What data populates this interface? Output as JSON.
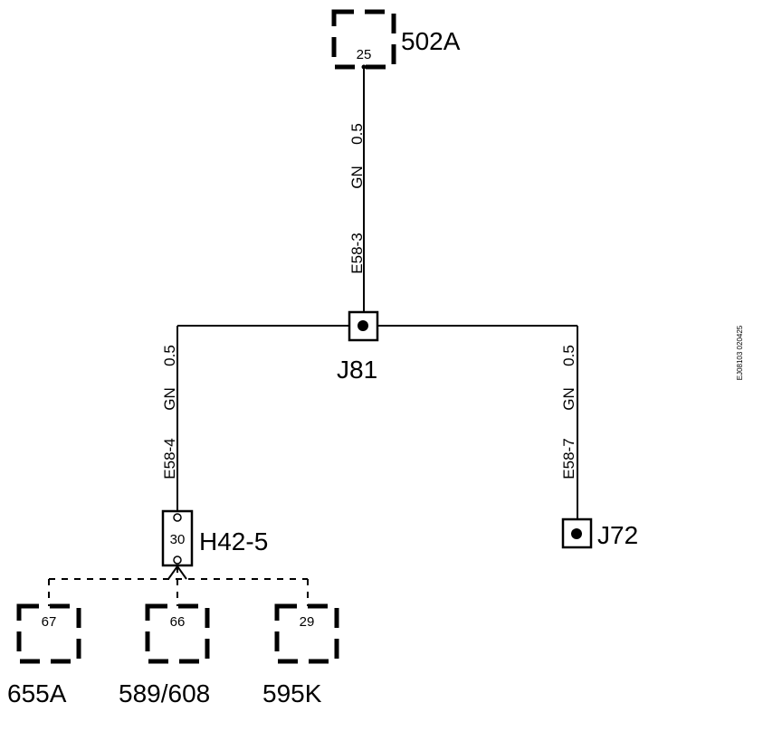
{
  "components": {
    "c502a": {
      "name": "502A",
      "pin": "25"
    },
    "j81": {
      "name": "J81"
    },
    "h42": {
      "name": "H42-5",
      "pin": "30"
    },
    "j72": {
      "name": "J72"
    },
    "c655a": {
      "name": "655A",
      "pin": "67"
    },
    "c589": {
      "name": "589/608",
      "pin": "66"
    },
    "c595k": {
      "name": "595K",
      "pin": "29"
    }
  },
  "wires": {
    "e58_3": {
      "id": "E58-3",
      "color": "GN",
      "size": "0.5"
    },
    "e58_4": {
      "id": "E58-4",
      "color": "GN",
      "size": "0.5"
    },
    "e58_7": {
      "id": "E58-7",
      "color": "GN",
      "size": "0.5"
    }
  },
  "drawing_ref": "EJ08103 020425"
}
